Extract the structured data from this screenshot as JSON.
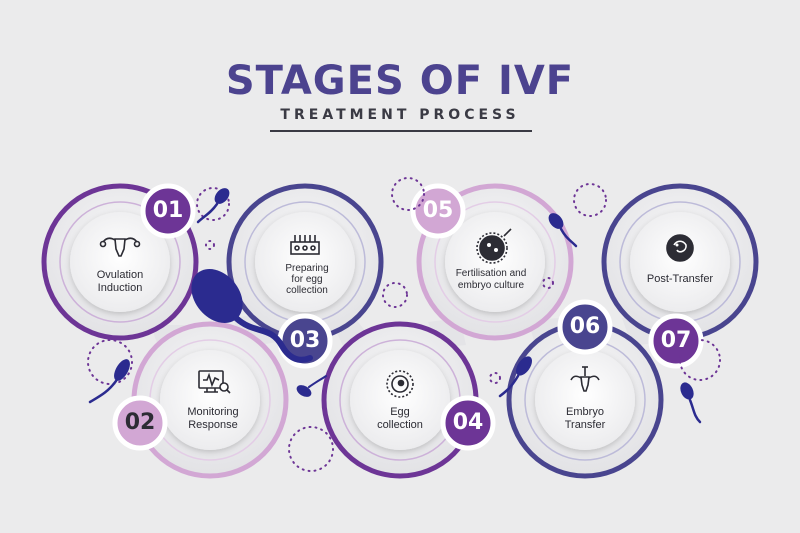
{
  "header": {
    "title": "STAGES OF IVF",
    "subtitle": "TREATMENT PROCESS"
  },
  "colors": {
    "purple": "#6d3596",
    "lavender": "#d2a7d4",
    "navy": "#49458f",
    "sperm": "#2b2b8f",
    "background": "#ebebec"
  },
  "stages": [
    {
      "number": "01",
      "line1": "Ovulation",
      "line2": "Induction",
      "line3": "",
      "icon": "uterus-icon",
      "color": "purple"
    },
    {
      "number": "02",
      "line1": "Monitoring",
      "line2": "Response",
      "line3": "",
      "icon": "monitor-search-icon",
      "color": "lavender"
    },
    {
      "number": "03",
      "line1": "Preparing",
      "line2": "for egg",
      "line3": "collection",
      "icon": "lab-tray-icon",
      "color": "navy"
    },
    {
      "number": "04",
      "line1": "Egg",
      "line2": "collection",
      "line3": "",
      "icon": "egg-cell-icon",
      "color": "purple"
    },
    {
      "number": "05",
      "line1": "Fertilisation and",
      "line2": "embryo culture",
      "line3": "",
      "icon": "fertilisation-icon",
      "color": "lavender"
    },
    {
      "number": "06",
      "line1": "Embryo",
      "line2": "Transfer",
      "line3": "",
      "icon": "transfer-icon",
      "color": "navy"
    },
    {
      "number": "07",
      "line1": "Post-Transfer",
      "line2": "",
      "line3": "",
      "icon": "embryo-icon",
      "color": "purple"
    }
  ]
}
